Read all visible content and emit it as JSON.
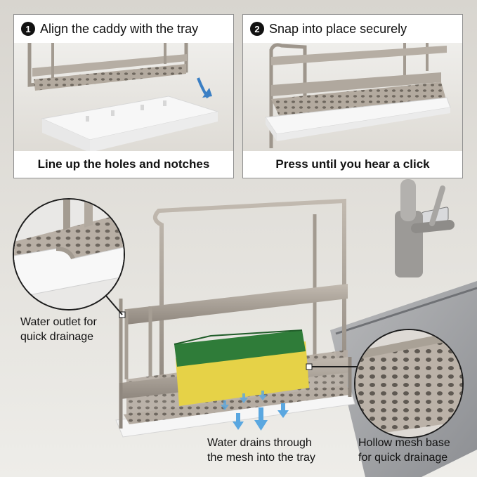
{
  "steps": [
    {
      "number": "1",
      "title": "Align the caddy with the tray",
      "caption": "Line up the holes and notches"
    },
    {
      "number": "2",
      "title": "Snap into place securely",
      "caption": "Press until you hear a click"
    }
  ],
  "callouts": {
    "outlet": [
      "Water outlet for",
      "quick drainage"
    ],
    "drains": [
      "Water drains through",
      "the mesh into the tray"
    ],
    "mesh": [
      "Hollow mesh base",
      "for quick drainage"
    ]
  },
  "colors": {
    "steel": "#a59c92",
    "tray": "#f4f4f4",
    "sponge_green": "#2e7d3a",
    "sponge_yellow": "#e8d44a",
    "water_arrow": "#5aa7e0"
  }
}
